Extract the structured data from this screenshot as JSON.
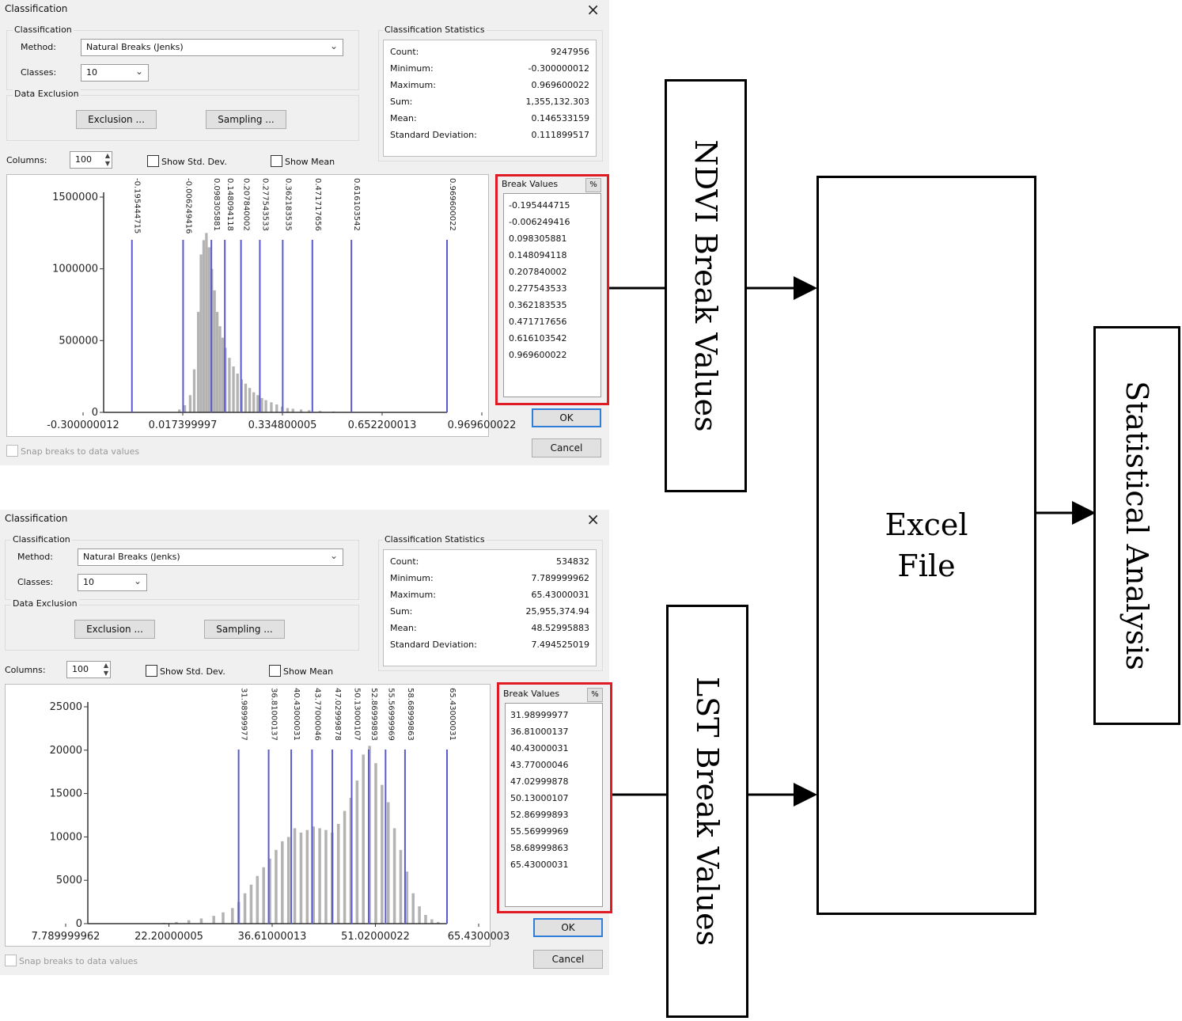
{
  "dialogs": [
    {
      "title": "Classification",
      "close_glyph": "×",
      "classification_group": "Classification",
      "method_label": "Method:",
      "method_value": "Natural Breaks (Jenks)",
      "classes_label": "Classes:",
      "classes_value": "10",
      "data_exclusion_group": "Data Exclusion",
      "exclusion_button": "Exclusion ...",
      "sampling_button": "Sampling ...",
      "stats_group": "Classification Statistics",
      "stats": [
        {
          "label": "Count:",
          "value": "9247956"
        },
        {
          "label": "Minimum:",
          "value": "-0.300000012"
        },
        {
          "label": "Maximum:",
          "value": "0.969600022"
        },
        {
          "label": "Sum:",
          "value": "1,355,132.303"
        },
        {
          "label": "Mean:",
          "value": "0.146533159"
        },
        {
          "label": "Standard Deviation:",
          "value": "0.111899517"
        }
      ],
      "columns_label": "Columns:",
      "columns_value": "100",
      "show_std_dev": "Show Std. Dev.",
      "show_mean": "Show Mean",
      "snap_label": "Snap breaks to data values",
      "break_values_label": "Break Values",
      "pct_button": "%",
      "break_values": [
        "-0.195444715",
        "-0.006249416",
        "0.098305881",
        "0.148094118",
        "0.207840002",
        "0.277543533",
        "0.362183535",
        "0.471717656",
        "0.616103542",
        "0.969600022"
      ],
      "ok_button": "OK",
      "cancel_button": "Cancel"
    },
    {
      "title": "Classification",
      "close_glyph": "×",
      "classification_group": "Classification",
      "method_label": "Method:",
      "method_value": "Natural Breaks (Jenks)",
      "classes_label": "Classes:",
      "classes_value": "10",
      "data_exclusion_group": "Data Exclusion",
      "exclusion_button": "Exclusion ...",
      "sampling_button": "Sampling ...",
      "stats_group": "Classification Statistics",
      "stats": [
        {
          "label": "Count:",
          "value": "534832"
        },
        {
          "label": "Minimum:",
          "value": "7.789999962"
        },
        {
          "label": "Maximum:",
          "value": "65.43000031"
        },
        {
          "label": "Sum:",
          "value": "25,955,374.94"
        },
        {
          "label": "Mean:",
          "value": "48.52995883"
        },
        {
          "label": "Standard Deviation:",
          "value": "7.494525019"
        }
      ],
      "columns_label": "Columns:",
      "columns_value": "100",
      "show_std_dev": "Show Std. Dev.",
      "show_mean": "Show Mean",
      "snap_label": "Snap breaks to data values",
      "break_values_label": "Break Values",
      "pct_button": "%",
      "break_values": [
        "31.98999977",
        "36.81000137",
        "40.43000031",
        "43.77000046",
        "47.02999878",
        "50.13000107",
        "52.86999893",
        "55.56999969",
        "58.68999863",
        "65.43000031"
      ],
      "ok_button": "OK",
      "cancel_button": "Cancel"
    }
  ],
  "chart_data": [
    {
      "type": "bar",
      "xlim": [
        -0.300000012,
        0.969600022
      ],
      "ylim": [
        0,
        1500000
      ],
      "x_ticks": [
        "-0.300000012",
        "0.017399997",
        "0.334800005",
        "0.652200013",
        "0.969600022"
      ],
      "y_ticks": [
        "0",
        "500000",
        "1000000",
        "1500000"
      ],
      "break_lines": [
        -0.195444715,
        -0.006249416,
        0.098305881,
        0.148094118,
        0.207840002,
        0.277543533,
        0.362183535,
        0.471717656,
        0.616103542,
        0.969600022
      ],
      "break_labels": [
        "-0.195444715",
        "-0.006249416",
        "0.098305881",
        "0.148094118",
        "0.207840002",
        "0.277543533",
        "0.362183535",
        "0.471717656",
        "0.616103542",
        "0.969600022"
      ],
      "histogram": [
        {
          "x": -0.02,
          "y": 20000
        },
        {
          "x": 0.0,
          "y": 50000
        },
        {
          "x": 0.02,
          "y": 120000
        },
        {
          "x": 0.035,
          "y": 300000
        },
        {
          "x": 0.05,
          "y": 700000
        },
        {
          "x": 0.06,
          "y": 1100000
        },
        {
          "x": 0.07,
          "y": 1200000
        },
        {
          "x": 0.08,
          "y": 1250000
        },
        {
          "x": 0.09,
          "y": 1150000
        },
        {
          "x": 0.1,
          "y": 1000000
        },
        {
          "x": 0.11,
          "y": 850000
        },
        {
          "x": 0.12,
          "y": 700000
        },
        {
          "x": 0.13,
          "y": 600000
        },
        {
          "x": 0.14,
          "y": 520000
        },
        {
          "x": 0.15,
          "y": 450000
        },
        {
          "x": 0.165,
          "y": 380000
        },
        {
          "x": 0.18,
          "y": 320000
        },
        {
          "x": 0.195,
          "y": 270000
        },
        {
          "x": 0.21,
          "y": 230000
        },
        {
          "x": 0.225,
          "y": 200000
        },
        {
          "x": 0.24,
          "y": 170000
        },
        {
          "x": 0.255,
          "y": 140000
        },
        {
          "x": 0.27,
          "y": 120000
        },
        {
          "x": 0.285,
          "y": 100000
        },
        {
          "x": 0.3,
          "y": 85000
        },
        {
          "x": 0.32,
          "y": 70000
        },
        {
          "x": 0.34,
          "y": 55000
        },
        {
          "x": 0.36,
          "y": 40000
        },
        {
          "x": 0.38,
          "y": 30000
        },
        {
          "x": 0.4,
          "y": 25000
        },
        {
          "x": 0.43,
          "y": 20000
        },
        {
          "x": 0.46,
          "y": 15000
        },
        {
          "x": 0.5,
          "y": 10000
        },
        {
          "x": 0.55,
          "y": 6000
        },
        {
          "x": 0.6,
          "y": 3000
        }
      ]
    },
    {
      "type": "bar",
      "xlim": [
        7.789999962,
        65.4300003
      ],
      "ylim": [
        0,
        25000
      ],
      "x_ticks": [
        "7.789999962",
        "22.20000005",
        "36.61000013",
        "51.02000022",
        "65.4300003"
      ],
      "y_ticks": [
        "0",
        "5000",
        "10000",
        "15000",
        "20000",
        "25000"
      ],
      "break_lines": [
        31.98999977,
        36.81000137,
        40.43000031,
        43.77000046,
        47.02999878,
        50.13000107,
        52.86999893,
        55.56999969,
        58.68999863,
        65.43000031
      ],
      "break_labels": [
        "31.98999977",
        "36.81000137",
        "40.43000031",
        "43.77000046",
        "47.02999878",
        "50.13000107",
        "52.86999893",
        "55.56999969",
        "58.68999863",
        "65.43000031"
      ],
      "histogram": [
        {
          "x": 20,
          "y": 100
        },
        {
          "x": 22,
          "y": 200
        },
        {
          "x": 24,
          "y": 400
        },
        {
          "x": 26,
          "y": 600
        },
        {
          "x": 28,
          "y": 900
        },
        {
          "x": 29.5,
          "y": 1300
        },
        {
          "x": 31,
          "y": 1800
        },
        {
          "x": 32,
          "y": 2500
        },
        {
          "x": 33,
          "y": 3500
        },
        {
          "x": 34,
          "y": 4500
        },
        {
          "x": 35,
          "y": 5500
        },
        {
          "x": 36,
          "y": 6500
        },
        {
          "x": 37,
          "y": 7500
        },
        {
          "x": 38,
          "y": 8500
        },
        {
          "x": 39,
          "y": 9500
        },
        {
          "x": 40,
          "y": 10000
        },
        {
          "x": 41,
          "y": 11000
        },
        {
          "x": 42,
          "y": 10500
        },
        {
          "x": 43,
          "y": 10800
        },
        {
          "x": 44,
          "y": 11200
        },
        {
          "x": 45,
          "y": 11000
        },
        {
          "x": 46,
          "y": 10800
        },
        {
          "x": 47,
          "y": 10500
        },
        {
          "x": 48,
          "y": 11500
        },
        {
          "x": 49,
          "y": 13000
        },
        {
          "x": 50,
          "y": 14500
        },
        {
          "x": 51,
          "y": 16500
        },
        {
          "x": 52,
          "y": 19500
        },
        {
          "x": 53,
          "y": 20500
        },
        {
          "x": 54,
          "y": 18500
        },
        {
          "x": 55,
          "y": 16000
        },
        {
          "x": 56,
          "y": 14000
        },
        {
          "x": 57,
          "y": 11000
        },
        {
          "x": 58,
          "y": 8500
        },
        {
          "x": 59,
          "y": 6000
        },
        {
          "x": 60,
          "y": 3500
        },
        {
          "x": 61,
          "y": 2000
        },
        {
          "x": 62,
          "y": 1000
        },
        {
          "x": 63,
          "y": 500
        },
        {
          "x": 64,
          "y": 200
        }
      ]
    }
  ],
  "flow": {
    "ndvi_label": "NDVI Break Values",
    "lst_label": "LST Break Values",
    "excel_line1": "Excel",
    "excel_line2": "File",
    "stats_label": "Statistical Analysis"
  },
  "colors": {
    "break_line": "#5a5ad0",
    "histogram_bar": "#b3b3b3",
    "highlight": "#e01b24",
    "default_button_border": "#2f7ed8"
  }
}
